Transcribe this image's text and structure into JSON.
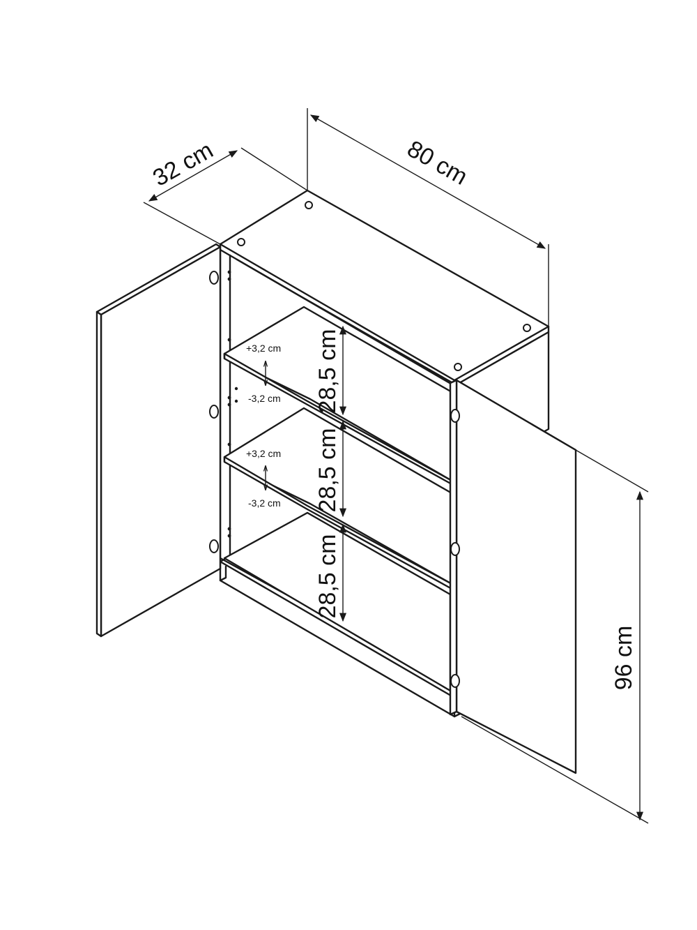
{
  "dimensions": {
    "width": "80 cm",
    "depth": "32 cm",
    "height": "96 cm",
    "shelf_spacing": [
      "28,5 cm",
      "28,5 cm",
      "28,5 cm"
    ],
    "shelf_adjust_up": "+3,2 cm",
    "shelf_adjust_down": "-3,2 cm"
  }
}
